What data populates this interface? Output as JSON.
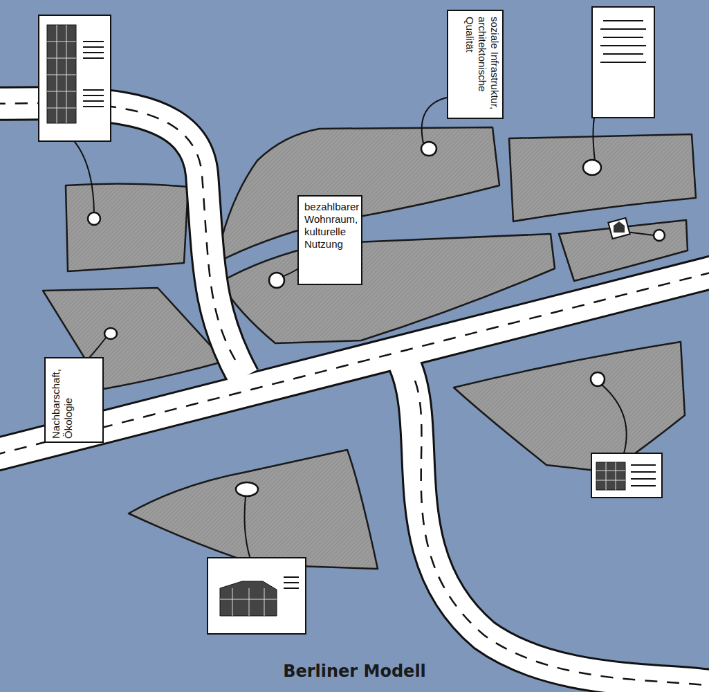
{
  "diagram": {
    "caption": "Berliner Modell",
    "nodes": [
      {
        "text": [
          "soziale Infrastruktur, architektonische Qualität"
        ]
      },
      {
        "text": [
          "bezahlbarer Wohnraum, kulturelle Nutzung"
        ]
      },
      {
        "text": [
          "Nachbarschaft, Ökologie"
        ]
      }
    ]
  }
}
